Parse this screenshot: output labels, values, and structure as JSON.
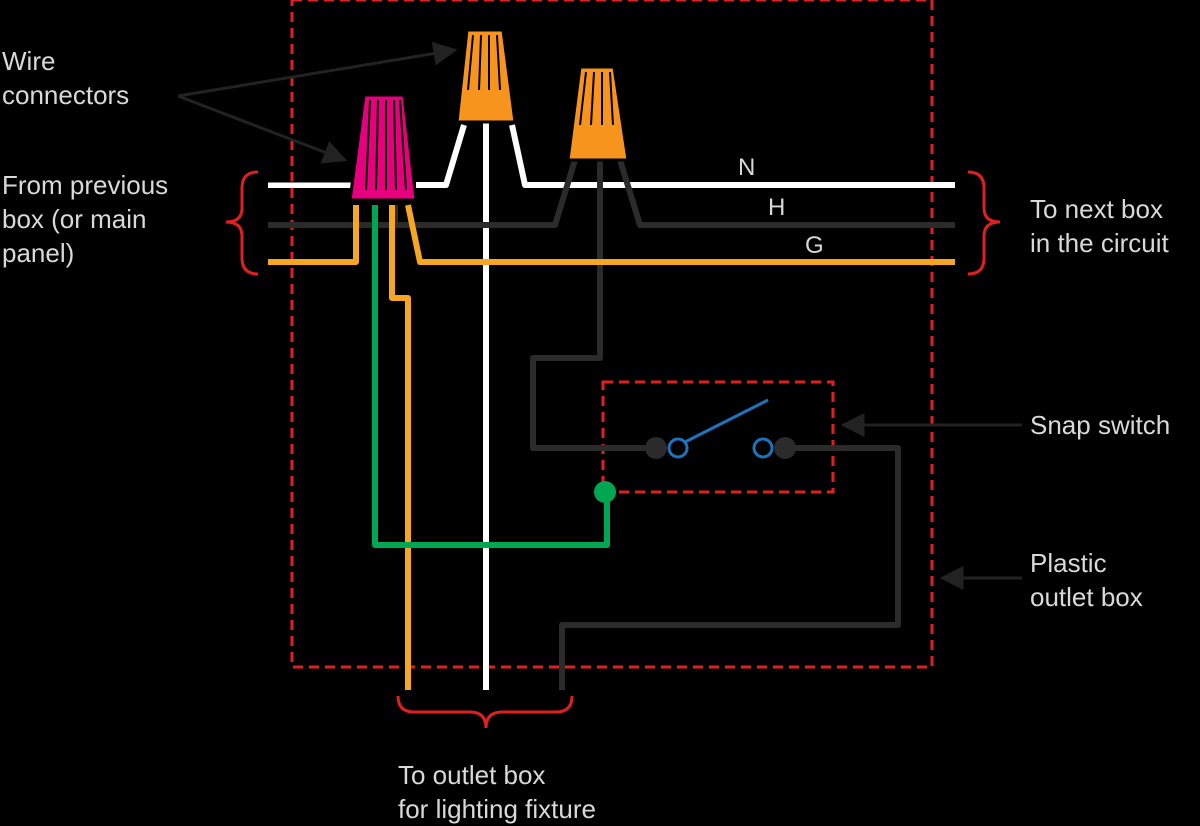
{
  "labels": {
    "wire_connectors": [
      "Wire",
      "connectors"
    ],
    "from_previous": [
      "From previous",
      "box (or main",
      "panel)"
    ],
    "to_next": [
      "To next box",
      "in the circuit"
    ],
    "snap_switch": "Snap switch",
    "plastic_box": [
      "Plastic",
      "outlet box"
    ],
    "to_outlet": [
      "To outlet box",
      "for lighting fixture"
    ]
  },
  "wire_tags": {
    "neutral": "N",
    "hot": "H",
    "ground": "G"
  },
  "colors": {
    "background": "#000000",
    "box_outline": "#e02020",
    "neutral_wire": "#ffffff",
    "hot_wire": "#2b2b2b",
    "ground_wire": "#f5a623",
    "switch_wire": "#00a651",
    "connector_magenta": "#e6007e",
    "connector_orange": "#f7941d",
    "switch_blade": "#1c75bc",
    "label_text": "#d9d9d9"
  },
  "icons": [
    "wire-connector-icon",
    "switch-terminal-icon",
    "brace-icon",
    "arrow-icon"
  ]
}
